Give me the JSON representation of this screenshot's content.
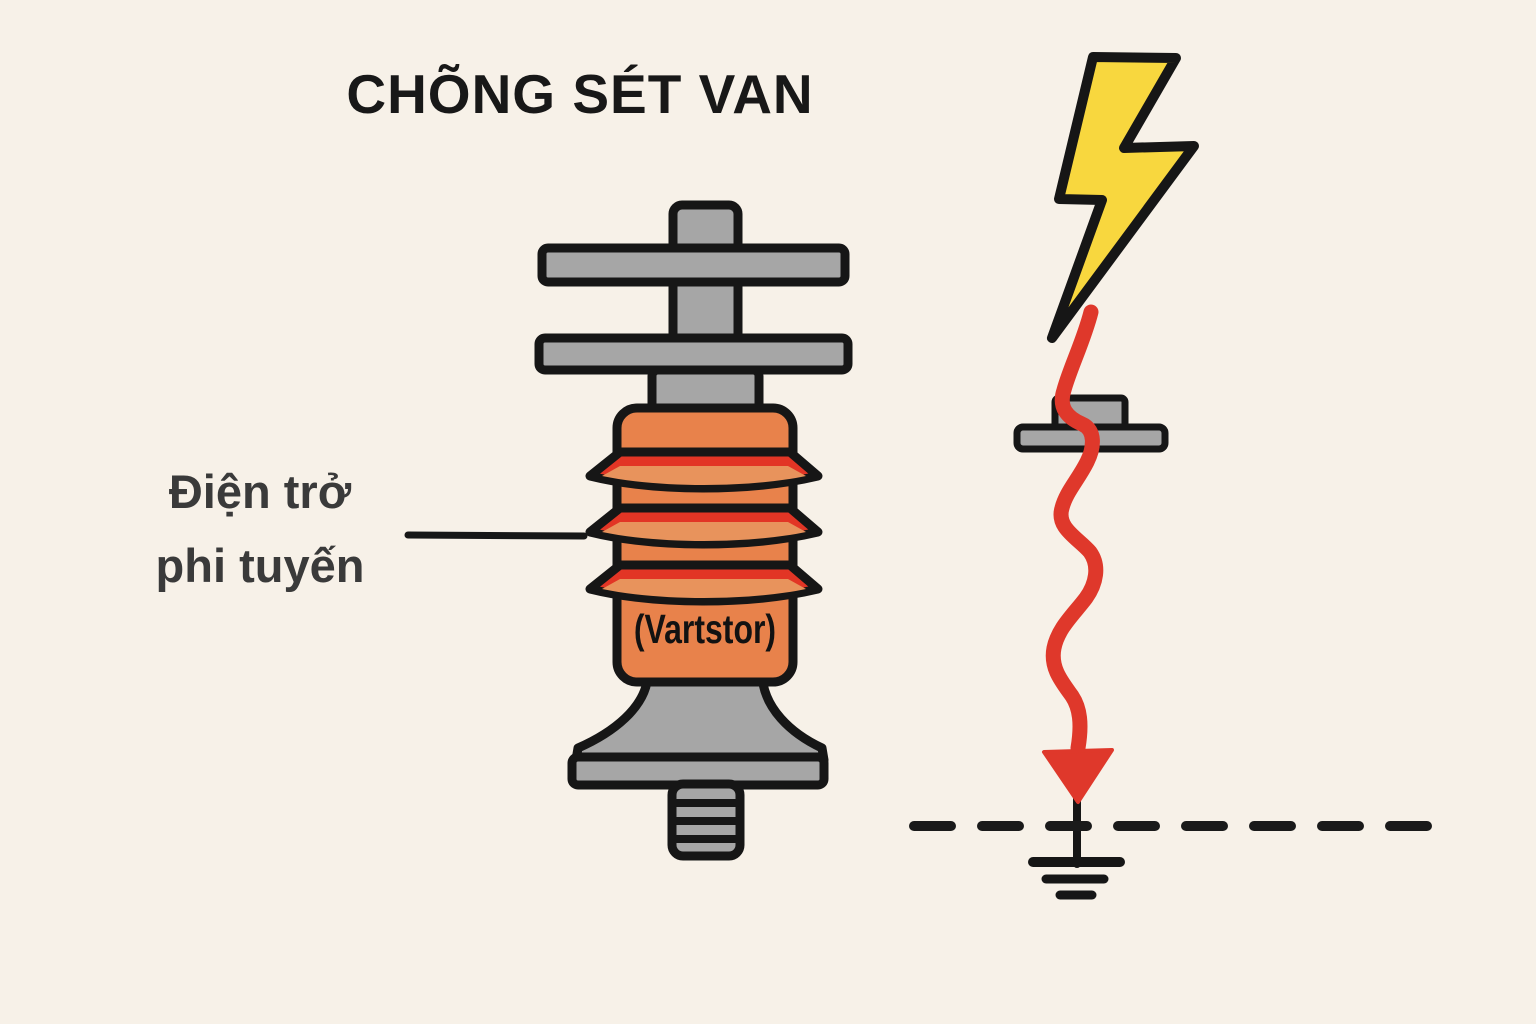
{
  "title": "CHÕNG SÉT VAN",
  "labels": {
    "nonlinear_resistor_line1": "Điện trở",
    "nonlinear_resistor_line2": "phi tuyến",
    "varistor_body": "(Vartstor)"
  },
  "icons": {
    "lightning": "lightning-bolt-icon",
    "surge_arrow": "surge-current-arrow-icon",
    "ground": "earth-ground-symbol-icon"
  },
  "colors": {
    "background": "#F7F1E8",
    "ink": "#181818",
    "label_gray": "#3A3A3A",
    "metal_gray": "#A6A6A6",
    "body_orange": "#E8824B",
    "fin_red": "#E23525",
    "fin_underside_orange": "#E8935C",
    "bolt_yellow": "#F8D73E",
    "surge_red": "#DF382B"
  }
}
